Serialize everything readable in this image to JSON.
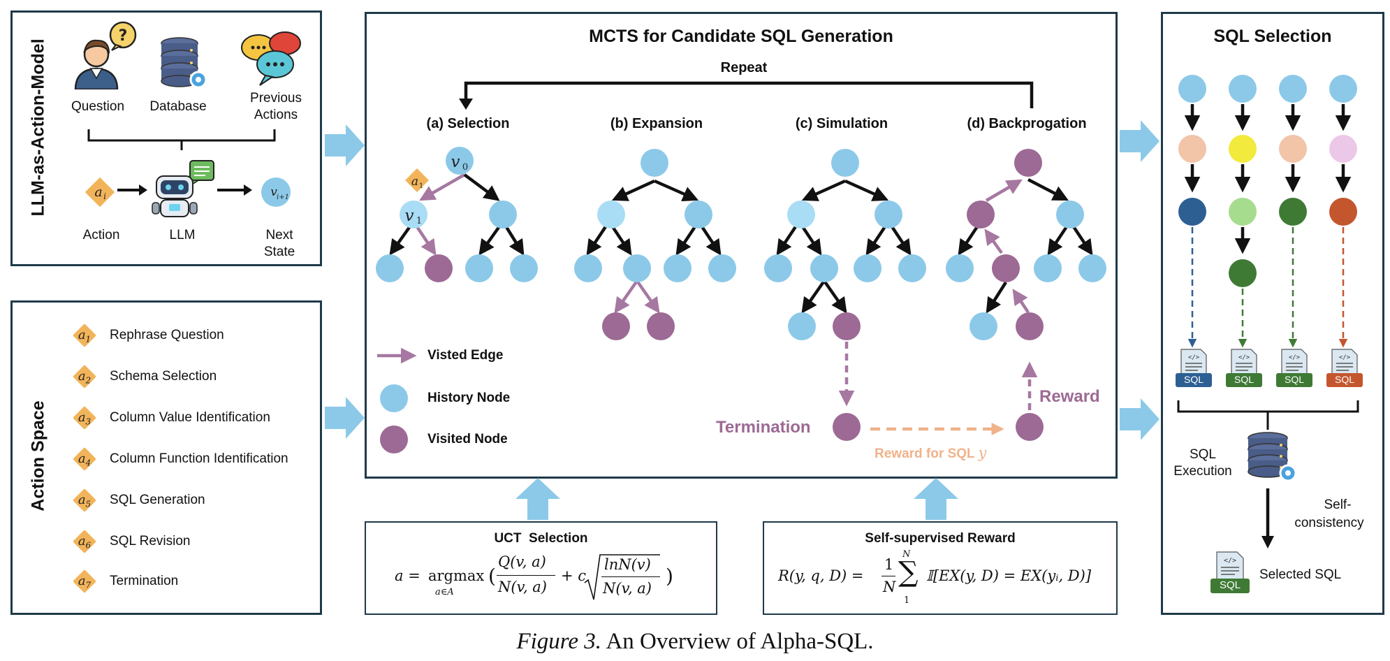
{
  "llm_panel": {
    "title": "LLM-as-Action-Model",
    "question": "Question",
    "database": "Database",
    "previous_actions_line1": "Previous",
    "previous_actions_line2": "Actions",
    "action_symbol": "a_i",
    "action": "Action",
    "llm": "LLM",
    "next_state_symbol": "v_{i+1}",
    "next_state_line1": "Next",
    "next_state_line2": "State"
  },
  "action_space": {
    "title": "Action Space",
    "items": [
      {
        "symbol": "a",
        "sub": "1",
        "label": "Rephrase Question"
      },
      {
        "symbol": "a",
        "sub": "2",
        "label": "Schema Selection"
      },
      {
        "symbol": "a",
        "sub": "3",
        "label": "Column Value Identification"
      },
      {
        "symbol": "a",
        "sub": "4",
        "label": "Column Function Identification"
      },
      {
        "symbol": "a",
        "sub": "5",
        "label": "SQL Generation"
      },
      {
        "symbol": "a",
        "sub": "6",
        "label": "SQL Revision"
      },
      {
        "symbol": "a",
        "sub": "7",
        "label": "Termination"
      }
    ]
  },
  "mcts": {
    "title": "MCTS for Candidate SQL Generation",
    "repeat": "Repeat",
    "stages": [
      "(a) Selection",
      "(b) Expansion",
      "(c) Simulation",
      "(d) Backprogation"
    ],
    "v0": "v",
    "v0_sub": "0",
    "v1": "v",
    "v1_sub": "1",
    "a1": "a",
    "a1_sub": "1",
    "legend": {
      "visited_edge": "Visted Edge",
      "history_node": "History Node",
      "visited_node": "Visited Node"
    },
    "termination": "Termination",
    "reward": "Reward",
    "reward_for_sql": "Reward for SQL",
    "reward_for_sql_var": "y"
  },
  "uct": {
    "title": "UCT  Selection",
    "formula_lhs": "a = ",
    "argmax": "argmax",
    "argmax_sub": "a∈A",
    "q": "Q(v, a)",
    "n": "N(v, a)",
    "c": "+ c",
    "ln": "lnN(v)",
    "n2": "N(v, a)"
  },
  "reward_box": {
    "title": "Self-supervised Reward",
    "lhs": "R(y, q, D) = ",
    "one": "1",
    "N": "N",
    "sum_top": "N",
    "sum_bottom": "1",
    "rhs": "𝕀[EX(y, D) = EX(yᵢ, D)]"
  },
  "sql_selection": {
    "title": "SQL Selection",
    "sql_label": "SQL",
    "execution_line1": "SQL",
    "execution_line2": "Execution",
    "self_consistency_line1": "Self-",
    "self_consistency_line2": "consistency",
    "selected": "Selected SQL"
  },
  "caption": {
    "prefix": "Figure 3.",
    "text": " An Overview of Alpha-SQL."
  },
  "colors": {
    "history": "#8cc9e8",
    "history_light": "#a9dcf5",
    "visited": "#9c6a94",
    "edge_visited": "#a678a1",
    "border": "#1f3a4a",
    "big_arrow": "#8cc9e8",
    "reward_dash": "#f0b28a",
    "diamond": "#f2b45a",
    "sql_blue": "#2d5f93",
    "sql_green": "#3f7a35",
    "sql_orange": "#c4562e"
  }
}
